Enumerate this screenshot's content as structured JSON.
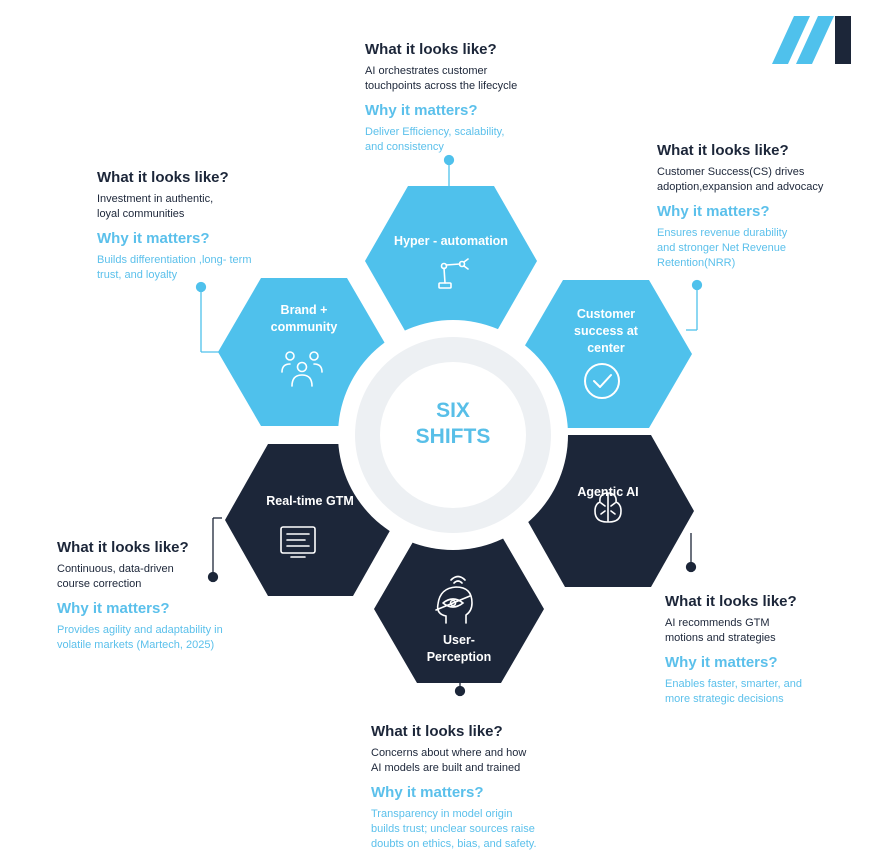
{
  "center": {
    "title_line1": "SIX",
    "title_line2": "SHIFTS"
  },
  "colors": {
    "light_blue": "#4fc1ec",
    "navy": "#1c2639",
    "ring": "#edf0f3",
    "accent_text": "#5bc0eb"
  },
  "shifts": [
    {
      "label": "Hyper - automation",
      "icon": "robot-arm-icon",
      "looks_like_q": "What it looks like?",
      "looks_like": "AI  orchestrates customer\ntouchpoints across the lifecycle",
      "matters_q": "Why it matters?",
      "matters": "Deliver Efficiency, scalability,\nand consistency"
    },
    {
      "label": "Customer\nsuccess at\ncenter",
      "icon": "check-circle-icon",
      "looks_like_q": "What it looks like?",
      "looks_like": "Customer Success(CS) drives\nadoption,expansion and advocacy",
      "matters_q": "Why it matters?",
      "matters": "Ensures revenue durability\nand stronger Net Revenue\nRetention(NRR)"
    },
    {
      "label": "Agentic AI",
      "icon": "brain-chip-icon",
      "looks_like_q": "What it looks like?",
      "looks_like": "AI recommends GTM\nmotions and strategies",
      "matters_q": "Why it matters?",
      "matters": "Enables faster, smarter, and\nmore strategic decisions"
    },
    {
      "label": "User-\nPerception",
      "icon": "head-eye-icon",
      "looks_like_q": "What it looks like?",
      "looks_like": "Concerns about where and how\nAI models are built and trained",
      "matters_q": "Why it matters?",
      "matters": "Transparency in model origin\nbuilds trust; unclear sources raise\ndoubts on ethics, bias, and safety."
    },
    {
      "label": "Real-time GTM",
      "icon": "dashboard-screen-icon",
      "looks_like_q": "What it looks like?",
      "looks_like": "Continuous, data-driven\ncourse correction",
      "matters_q": "Why it matters?",
      "matters": "Provides agility and adaptability in\nvolatile markets (Martech, 2025)"
    },
    {
      "label": "Brand +\ncommunity",
      "icon": "community-people-icon",
      "looks_like_q": "What it looks like?",
      "looks_like": "Investment in authentic,\nloyal communities",
      "matters_q": "Why it matters?",
      "matters": "Builds differentiation ,long- term\ntrust, and loyalty"
    }
  ]
}
